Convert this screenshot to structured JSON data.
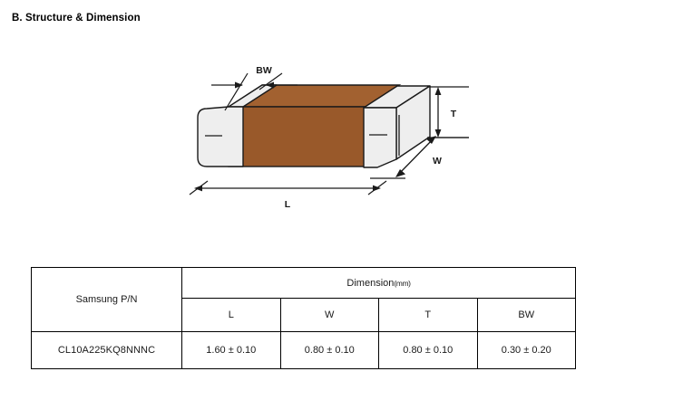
{
  "page": {
    "heading": "B. Structure & Dimension"
  },
  "figure": {
    "name": "mlcc-chip-capacitor-isometric",
    "colors": {
      "ceramic_body": "#99592a",
      "ceramic_body_top": "#a26130",
      "termination": "#eeeeee",
      "outline": "#1a1a1a",
      "dimension_line": "#1a1a1a"
    },
    "labels": {
      "bw": "BW",
      "t": "T",
      "w": "W",
      "l": "L"
    }
  },
  "table": {
    "headers": {
      "part_number": "Samsung P/N",
      "group": "Dimension",
      "group_unit": "(mm)",
      "columns": [
        "L",
        "W",
        "T",
        "BW"
      ]
    },
    "rows": [
      {
        "part_number": "CL10A225KQ8NNNC",
        "L": "1.60 ± 0.10",
        "W": "0.80 ± 0.10",
        "T": "0.80 ± 0.10",
        "BW": "0.30 ± 0.20"
      }
    ]
  }
}
